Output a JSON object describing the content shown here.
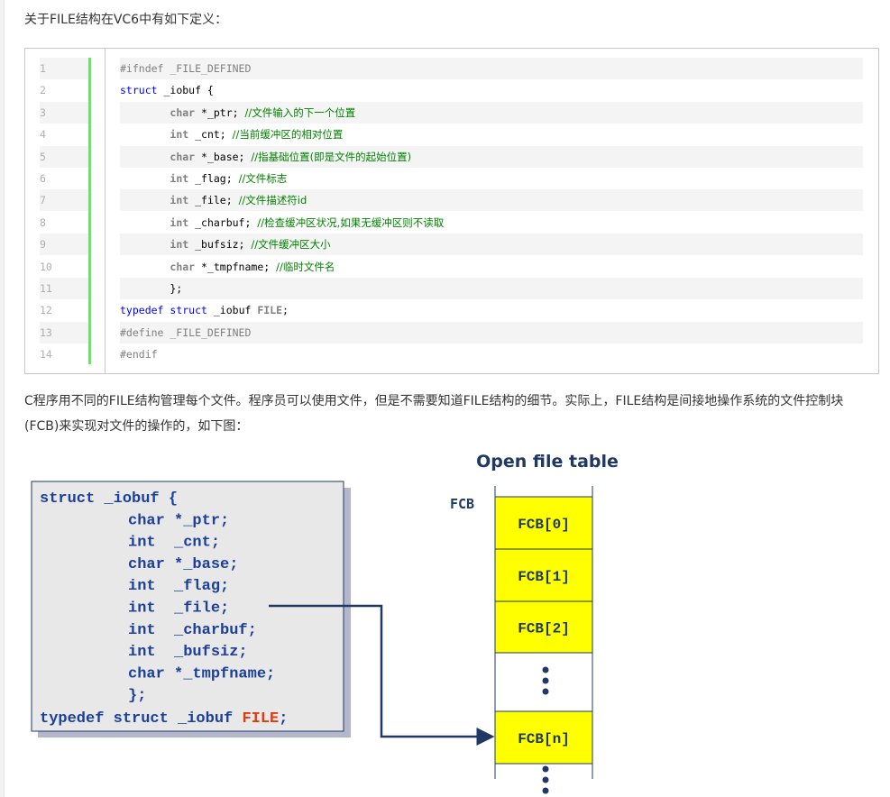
{
  "intro_text": "关于FILE结构在VC6中有如下定义：",
  "code": {
    "lines": [
      {
        "n": "1",
        "parts": [
          {
            "t": "#ifndef _FILE_DEFINED",
            "c": "pp"
          }
        ]
      },
      {
        "n": "2",
        "parts": [
          {
            "t": "struct",
            "c": "kw"
          },
          {
            "t": " _iobuf {",
            "c": "tx"
          }
        ]
      },
      {
        "n": "3",
        "parts": [
          {
            "t": "        ",
            "c": "tx"
          },
          {
            "t": "char",
            "c": "ty"
          },
          {
            "t": " *_ptr; ",
            "c": "tx"
          },
          {
            "t": "//文件输入的下一个位置",
            "c": "cm"
          }
        ]
      },
      {
        "n": "4",
        "parts": [
          {
            "t": "        ",
            "c": "tx"
          },
          {
            "t": "int",
            "c": "ty"
          },
          {
            "t": " _cnt; ",
            "c": "tx"
          },
          {
            "t": "//当前缓冲区的相对位置",
            "c": "cm"
          }
        ]
      },
      {
        "n": "5",
        "parts": [
          {
            "t": "        ",
            "c": "tx"
          },
          {
            "t": "char",
            "c": "ty"
          },
          {
            "t": " *_base; ",
            "c": "tx"
          },
          {
            "t": "//指基础位置(即是文件的起始位置)",
            "c": "cm"
          }
        ]
      },
      {
        "n": "6",
        "parts": [
          {
            "t": "        ",
            "c": "tx"
          },
          {
            "t": "int",
            "c": "ty"
          },
          {
            "t": " _flag; ",
            "c": "tx"
          },
          {
            "t": "//文件标志",
            "c": "cm"
          }
        ]
      },
      {
        "n": "7",
        "parts": [
          {
            "t": "        ",
            "c": "tx"
          },
          {
            "t": "int",
            "c": "ty"
          },
          {
            "t": " _file; ",
            "c": "tx"
          },
          {
            "t": "//文件描述符id",
            "c": "cm"
          }
        ]
      },
      {
        "n": "8",
        "parts": [
          {
            "t": "        ",
            "c": "tx"
          },
          {
            "t": "int",
            "c": "ty"
          },
          {
            "t": " _charbuf; ",
            "c": "tx"
          },
          {
            "t": "//检查缓冲区状况,如果无缓冲区则不读取",
            "c": "cm"
          }
        ]
      },
      {
        "n": "9",
        "parts": [
          {
            "t": "        ",
            "c": "tx"
          },
          {
            "t": "int",
            "c": "ty"
          },
          {
            "t": " _bufsiz; ",
            "c": "tx"
          },
          {
            "t": "//文件缓冲区大小",
            "c": "cm"
          }
        ]
      },
      {
        "n": "10",
        "parts": [
          {
            "t": "        ",
            "c": "tx"
          },
          {
            "t": "char",
            "c": "ty"
          },
          {
            "t": " *_tmpfname; ",
            "c": "tx"
          },
          {
            "t": "//临时文件名",
            "c": "cm"
          }
        ]
      },
      {
        "n": "11",
        "parts": [
          {
            "t": "        };",
            "c": "tx"
          }
        ]
      },
      {
        "n": "12",
        "parts": [
          {
            "t": "typedef",
            "c": "kw"
          },
          {
            "t": " ",
            "c": "tx"
          },
          {
            "t": "struct",
            "c": "kw"
          },
          {
            "t": " _iobuf ",
            "c": "tx"
          },
          {
            "t": "FILE",
            "c": "ty"
          },
          {
            "t": ";",
            "c": "tx"
          }
        ]
      },
      {
        "n": "13",
        "parts": [
          {
            "t": "#define _FILE_DEFINED",
            "c": "pp"
          }
        ]
      },
      {
        "n": "14",
        "parts": [
          {
            "t": "#endif",
            "c": "pp"
          }
        ]
      }
    ]
  },
  "body_text": "C程序用不同的FILE结构管理每个文件。程序员可以使用文件，但是不需要知道FILE结构的细节。实际上，FILE结构是间接地操作系统的文件控制块(FCB)来实现对文件的操作的，如下图：",
  "diagram": {
    "struct_box": {
      "lines": [
        {
          "kw": "struct",
          "rest": " _iobuf {",
          "indent": false
        },
        {
          "kw": "char",
          "rest": " *_ptr;",
          "indent": true
        },
        {
          "kw": "int",
          "rest": "  _cnt;",
          "indent": true
        },
        {
          "kw": "char",
          "rest": " *_base;",
          "indent": true
        },
        {
          "kw": "int",
          "rest": "  _flag;",
          "indent": true
        },
        {
          "kw": "int",
          "rest": "  _file;",
          "indent": true
        },
        {
          "kw": "int",
          "rest": "  _charbuf;",
          "indent": true
        },
        {
          "kw": "int",
          "rest": "  _bufsiz;",
          "indent": true
        },
        {
          "kw": "char",
          "rest": " *_tmpfname;",
          "indent": true
        },
        {
          "kw": "",
          "rest": "};",
          "indent": true
        }
      ],
      "typedef_line": {
        "a": "typedef struct _iobuf ",
        "b": "FILE",
        "c": ";"
      }
    },
    "table_title": "Open file table",
    "fcb_label": "FCB",
    "cells": [
      "FCB[0]",
      "FCB[1]",
      "FCB[2]",
      "",
      "FCB[n]"
    ],
    "colors": {
      "cell_fill": "#ffff00",
      "navy": "#1f3864",
      "struct_text": "#1b3f9a",
      "file_red": "#e03a10",
      "box_bg": "#e8e8e8",
      "shadow": "#b4b6cc"
    }
  }
}
